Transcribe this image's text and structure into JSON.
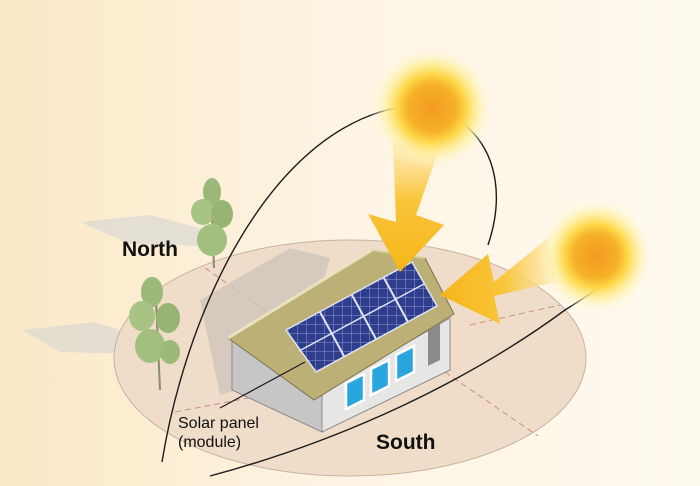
{
  "labels": {
    "north": "North",
    "south": "South",
    "panel_line1": "Solar panel",
    "panel_line2": "(module)"
  },
  "colors": {
    "background": "#fdf7ea",
    "sun_core": "#f4a020",
    "sun_glow": "#ffe27a",
    "arrow": "#f7b81c",
    "panel": "#2f3f8f",
    "ground_ellipse": "#efdcc8",
    "roof": "#b9ad72",
    "wall": "#e2e2e2",
    "window": "#2aa4dc",
    "tree": "#9cb87a"
  },
  "icons": [
    "sun-icon",
    "tree-icon",
    "house-icon",
    "solar-panel-icon",
    "sunlight-arrow-icon"
  ]
}
